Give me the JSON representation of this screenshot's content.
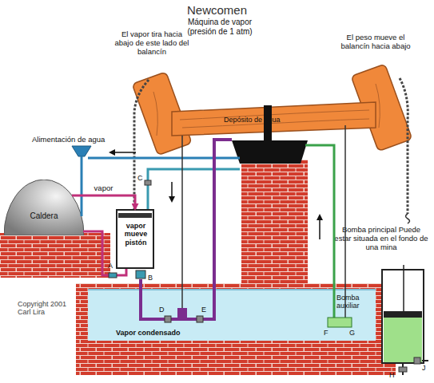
{
  "diagram": {
    "title": "Newcomen",
    "nodes": [
      {
        "text": [
          "Caldera"
        ]
      },
      {
        "text": [
          "vapor mueve pistón"
        ]
      },
      {
        "text": [
          "Bomba principal Puede estar situada en el fondo de una mina"
        ]
      },
      {
        "text": [
          "Vapor condensado"
        ]
      }
    ],
    "edges": [
      {
        "from": 0,
        "to": 1,
        "arrow": "to",
        "label": "vapor"
      }
    ],
    "labels": [
      "Máquina de vapor (presión de 1 atm)",
      "El vapor tira hacia abajo de este lado del balancín",
      "El peso mueve el balancín hacia abajo",
      "Depósito de agua",
      "Alimentación de agua",
      "A",
      "B",
      "C",
      "D",
      "E",
      "Bomba auxiliar",
      "F",
      "G",
      "H",
      "J",
      "Copyright 2001 Carl Lira"
    ]
  }
}
